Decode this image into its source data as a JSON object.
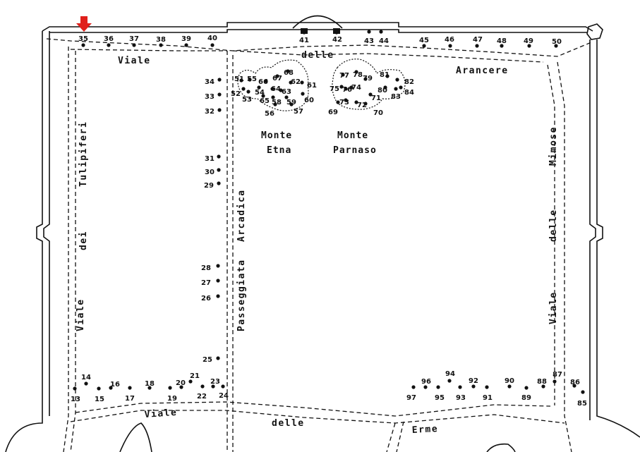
{
  "labels": {
    "viale_top": "Viale",
    "delle_top": "delle",
    "arancere": "Arancere",
    "tulipiferi": "Tulipiferi",
    "dei": "dei",
    "viale_left": "Viale",
    "arcadica": "Arcadica",
    "passeggiata": "Passeggiata",
    "mimose": "Mimose",
    "delle_right": "delle",
    "viale_right": "Viale",
    "viale_bottom": "Viale",
    "delle_bottom": "delle",
    "erme": "Erme",
    "monte_etna_line1": "Monte",
    "monte_etna_line2": "Etna",
    "monte_parnaso_line1": "Monte",
    "monte_parnaso_line2": "Parnaso"
  },
  "colors": {
    "ink": "#111111",
    "marker": "#e0201b",
    "background": "#ffffff"
  },
  "highlighted_location": "35",
  "locations": [
    "13",
    "14",
    "15",
    "16",
    "17",
    "18",
    "19",
    "20",
    "21",
    "22",
    "23",
    "24",
    "25",
    "26",
    "27",
    "28",
    "29",
    "30",
    "31",
    "32",
    "33",
    "34",
    "35",
    "36",
    "37",
    "38",
    "39",
    "40",
    "41",
    "42",
    "43",
    "44",
    "45",
    "46",
    "47",
    "48",
    "49",
    "50",
    "51",
    "52",
    "53",
    "54",
    "55",
    "56",
    "57",
    "58",
    "59",
    "60",
    "61",
    "62",
    "63",
    "64",
    "65",
    "66",
    "67",
    "68",
    "69",
    "70",
    "71",
    "72",
    "73",
    "74",
    "75",
    "76",
    "77",
    "78",
    "79",
    "80",
    "81",
    "82",
    "83",
    "84",
    "85",
    "86",
    "87",
    "88",
    "89",
    "90",
    "91",
    "92",
    "93",
    "94",
    "95",
    "96",
    "97"
  ]
}
